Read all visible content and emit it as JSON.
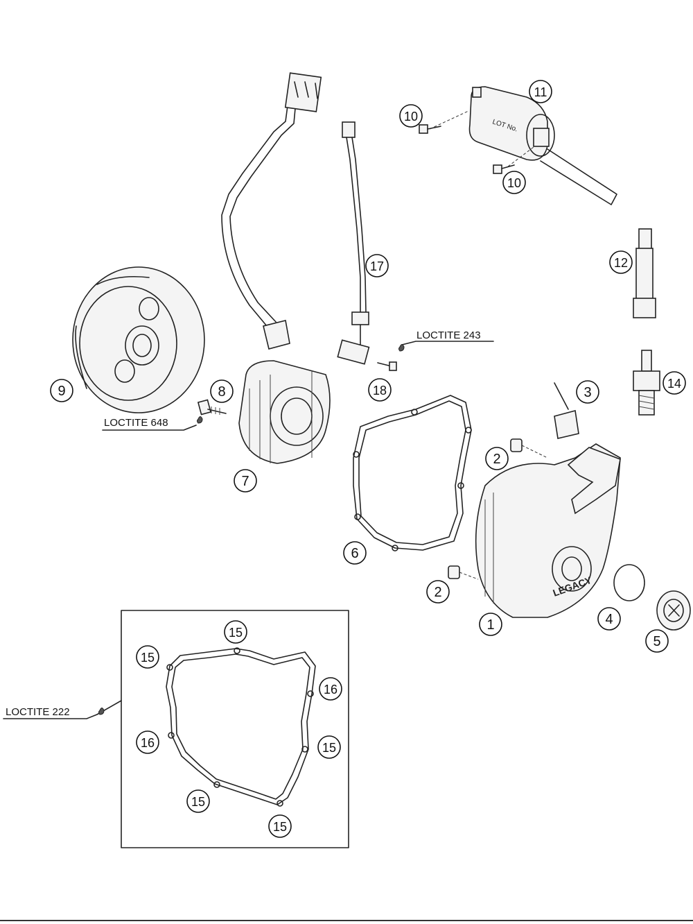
{
  "callouts": {
    "c1": "1",
    "c2a": "2",
    "c2b": "2",
    "c3": "3",
    "c4": "4",
    "c5": "5",
    "c6": "6",
    "c7": "7",
    "c8": "8",
    "c9": "9",
    "c10a": "10",
    "c10b": "10",
    "c11": "11",
    "c12": "12",
    "c14": "14",
    "c15a": "15",
    "c15b": "15",
    "c15c": "15",
    "c15d": "15",
    "c15e": "15",
    "c16a": "16",
    "c16b": "16",
    "c17": "17",
    "c18": "18"
  },
  "loctite": {
    "l243": "LOCTITE 243",
    "l648": "LOCTITE 648",
    "l222": "LOCTITE 222"
  },
  "coil_label": "LOT No.",
  "cover_logo": "LEGACY"
}
